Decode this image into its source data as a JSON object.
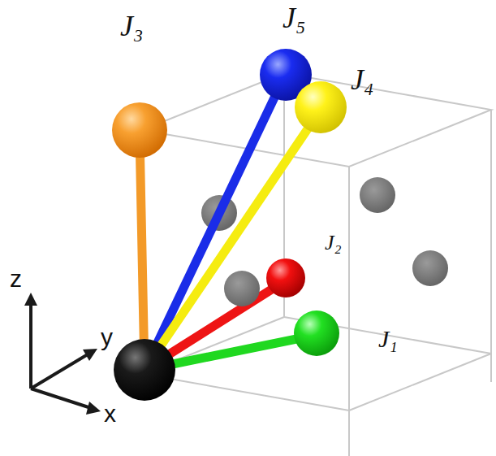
{
  "diagram": {
    "labels": [
      "J₃",
      "J₅",
      "J₄",
      "J₂",
      "J₁",
      "z",
      "y",
      "x"
    ]
  }
}
